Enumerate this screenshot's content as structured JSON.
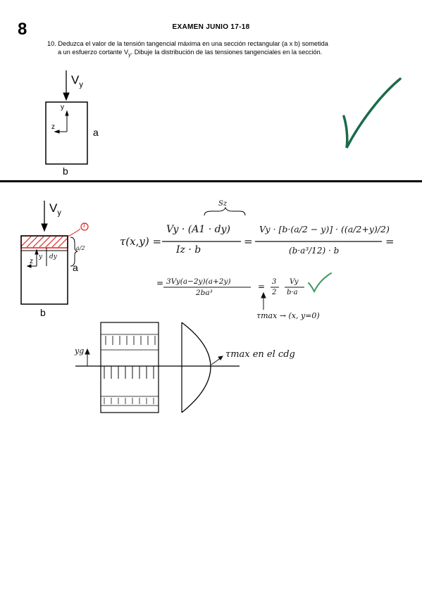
{
  "header": {
    "page_number": "8",
    "title": "EXAMEN JUNIO 17-18"
  },
  "question": {
    "line1": "10. Deduzca el valor de la tensión tangencial máxima en una sección rectangular (a x b) sometida",
    "line2_a": "a un esfuerzo cortante V",
    "line2_sub": "y",
    "line2_b": ". Dibuje la distribución de las tensiones tangenciales en la sección."
  },
  "figure": {
    "shear_label": "V",
    "shear_sub": "y",
    "y_axis": "y",
    "z_axis": "z",
    "height_label": "a",
    "width_label": "b"
  },
  "solution": {
    "marker": "1",
    "half_height": "a/2",
    "strip_label": "dy",
    "y_label": "y",
    "s_label": "Sz",
    "eq_lhs": "τ(x,y) =",
    "eq_num1": "Vy · (A1 · dy)",
    "eq_den1": "Iz · b",
    "eq_num2": "Vy · [b·(a/2 − y)] · ((a/2+y)/2)",
    "eq_den2": "(b·a³/12) · b",
    "eq2_num": "3Vy(a−2y)(a+2y)",
    "eq2_den": "2ba³",
    "eq2_result_num": "Vy",
    "eq2_result_den": "b·a",
    "eq2_coef_num": "3",
    "eq2_coef_den": "2",
    "tau_max_note": "τmax → (x, y=0)",
    "yg_label": "yg",
    "tau_max_cdg": "τmax en el cdg"
  },
  "colors": {
    "check": "#1a6b4a",
    "hatch": "#e02020"
  }
}
